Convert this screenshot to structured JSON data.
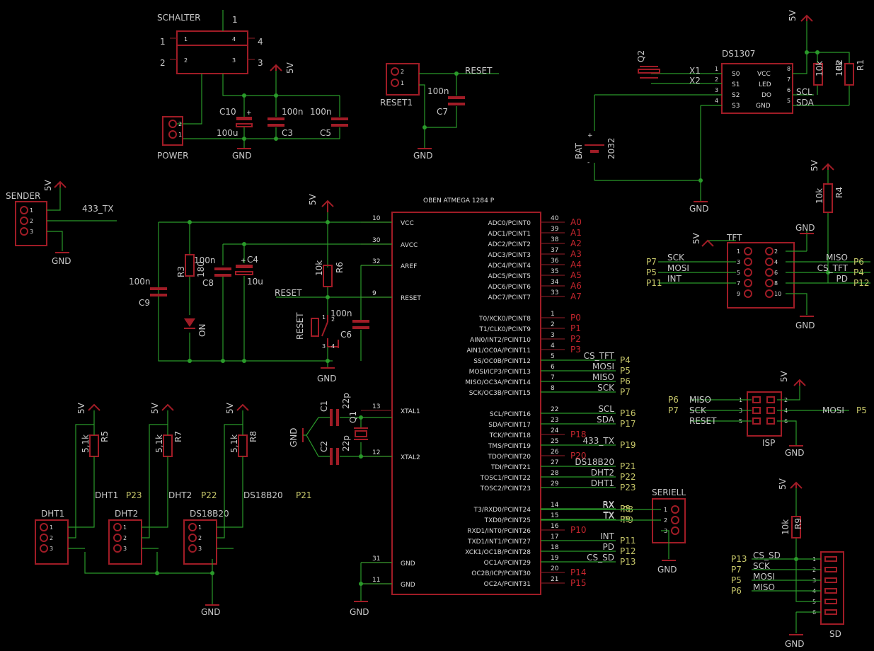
{
  "colors": {
    "background": "#000000",
    "wire": "#2a9a2a",
    "part": "#a01c26",
    "text": "#c8c8c8",
    "port_red": "#c6262e",
    "port_yellow": "#c8c86a"
  },
  "switch": {
    "name": "SCHALTER",
    "p1": "1",
    "p2": "2",
    "p3": "3",
    "p4": "4"
  },
  "power": {
    "name": "POWER",
    "p1": "1",
    "p2": "2"
  },
  "supply": {
    "v5": "5V",
    "gnd": "GND",
    "c10": "C10",
    "c10_val": "100u",
    "c3": "C3",
    "c3_val": "100n",
    "c5": "C5",
    "c5_val": "100n",
    "plus": "+"
  },
  "reset_block": {
    "name": "RESET1",
    "net": "RESET",
    "c7": "C7",
    "c7_val": "100n",
    "p1": "1",
    "p2": "2",
    "gnd": "GND"
  },
  "rtc": {
    "name": "DS1307",
    "q2": "Q2",
    "x1": "X1",
    "x2": "X2",
    "pins_left": [
      "S0",
      "S1",
      "S2",
      "S3"
    ],
    "pins_right": [
      "VCC",
      "LED",
      "DO",
      "GND"
    ],
    "num_left": [
      "1",
      "2",
      "3",
      "4"
    ],
    "num_right": [
      "8",
      "7",
      "6",
      "5"
    ],
    "scl": "SCL",
    "sda": "SDA",
    "r1": "R1",
    "r2": "R2",
    "r_val": "10k",
    "v5": "5V",
    "bat": "BAT",
    "bat_val": "2032",
    "gnd": "GND",
    "plus": "+",
    "minus": "-"
  },
  "sender": {
    "name": "SENDER",
    "v5": "5V",
    "net": "433_TX",
    "gnd": "GND",
    "p1": "1",
    "p2": "2",
    "p3": "3"
  },
  "mcu": {
    "title": "OBEN ATMEGA 1284 P",
    "left": [
      {
        "num": "10",
        "label": "VCC"
      },
      {
        "num": "30",
        "label": "AVCC"
      },
      {
        "num": "32",
        "label": "AREF"
      },
      {
        "num": "9",
        "label": "RESET"
      },
      {
        "num": "13",
        "label": "XTAL1"
      },
      {
        "num": "12",
        "label": "XTAL2"
      },
      {
        "num": "31",
        "label": "GND"
      },
      {
        "num": "11",
        "label": "GND"
      }
    ],
    "right": [
      {
        "num": "40",
        "label": "ADC0/PCINT0",
        "net": "",
        "port": "A0"
      },
      {
        "num": "39",
        "label": "ADC1/PCINT1",
        "net": "",
        "port": "A1"
      },
      {
        "num": "38",
        "label": "ADC2/PCINT2",
        "net": "",
        "port": "A2"
      },
      {
        "num": "37",
        "label": "ADC3/PCINT3",
        "net": "",
        "port": "A3"
      },
      {
        "num": "36",
        "label": "ADC4/PCINT4",
        "net": "",
        "port": "A4"
      },
      {
        "num": "35",
        "label": "ADC5/PCINT5",
        "net": "",
        "port": "A5"
      },
      {
        "num": "34",
        "label": "ADC6/PCINT6",
        "net": "",
        "port": "A6"
      },
      {
        "num": "33",
        "label": "ADC7/PCINT7",
        "net": "",
        "port": "A7"
      },
      {
        "num": "1",
        "label": "T0/XCK0/PCINT8",
        "net": "",
        "port": "P0"
      },
      {
        "num": "2",
        "label": "T1/CLK0/PCINT9",
        "net": "",
        "port": "P1"
      },
      {
        "num": "3",
        "label": "AIN0/INT2/PCINT10",
        "net": "",
        "port": "P2"
      },
      {
        "num": "4",
        "label": "AIN1/OC0A/PCINT11",
        "net": "",
        "port": "P3"
      },
      {
        "num": "5",
        "label": "SS/OC0B/PCINT12",
        "net": "CS_TFT",
        "port": "P4"
      },
      {
        "num": "6",
        "label": "MOSI/ICP3/PCINT13",
        "net": "MOSI",
        "port": "P5"
      },
      {
        "num": "7",
        "label": "MISO/OC3A/PCINT14",
        "net": "MISO",
        "port": "P6"
      },
      {
        "num": "8",
        "label": "SCK/OC3B/PCINT15",
        "net": "SCK",
        "port": "P7"
      },
      {
        "num": "22",
        "label": "SCL/PCINT16",
        "net": "SCL",
        "port": "P16"
      },
      {
        "num": "23",
        "label": "SDA/PCINT17",
        "net": "SDA",
        "port": "P17"
      },
      {
        "num": "24",
        "label": "TCK/PCINT18",
        "net": "",
        "port": "P18"
      },
      {
        "num": "25",
        "label": "TMS/PCINT19",
        "net": "433_TX",
        "port": "P19"
      },
      {
        "num": "26",
        "label": "TDO/PCINT20",
        "net": "",
        "port": "P20"
      },
      {
        "num": "27",
        "label": "TDI/PCINT21",
        "net": "DS18B20",
        "port": "P21"
      },
      {
        "num": "28",
        "label": "TOSC1/PCINT22",
        "net": "DHT2",
        "port": "P22"
      },
      {
        "num": "29",
        "label": "TOSC2/PCINT23",
        "net": "DHT1",
        "port": "P23"
      },
      {
        "num": "14",
        "label": "T3/RXD0/PCINT24",
        "net": "RX",
        "port": "P8"
      },
      {
        "num": "15",
        "label": "TXD0/PCINT25",
        "net": "TX",
        "port": "P9"
      },
      {
        "num": "16",
        "label": "RXD1/INT0/PCINT26",
        "net": "",
        "port": "P10"
      },
      {
        "num": "17",
        "label": "TXD1/INT1/PCINT27",
        "net": "INT",
        "port": "P11"
      },
      {
        "num": "18",
        "label": "XCK1/OC1B/PCINT28",
        "net": "PD",
        "port": "P12"
      },
      {
        "num": "19",
        "label": "OC1A/PCINT29",
        "net": "CS_SD",
        "port": "P13"
      },
      {
        "num": "20",
        "label": "OC2B/ICP/PCINT30",
        "net": "",
        "port": "P14"
      },
      {
        "num": "21",
        "label": "OC2A/PCINT31",
        "net": "",
        "port": "P15"
      }
    ]
  },
  "mcu_support": {
    "v5": "5V",
    "gnd": "GND",
    "c9": "C9",
    "c9_val": "100n",
    "r3": "R3",
    "r3_val": "180",
    "led": "ON",
    "c8": "C8",
    "c8_val": "100n",
    "c4": "C4",
    "c4_val": "10u",
    "r6": "R6",
    "r6_val": "10k",
    "reset_net": "RESET",
    "reset_sw": "RESET",
    "c6": "C6",
    "c6_val": "100n",
    "sw_p1": "1",
    "sw_p2": "2",
    "sw_p3": "3",
    "sw_p4": "4",
    "gnd2": "GND",
    "c1": "C1",
    "c2": "C2",
    "c_xtal_val": "22p",
    "q1": "Q1",
    "gnd3": "GND",
    "plus": "+"
  },
  "sensors": {
    "items": [
      {
        "name": "DHT1",
        "r": "R5",
        "r_val": "5,1k",
        "net": "DHT1",
        "port": "P23",
        "v5": "5V"
      },
      {
        "name": "DHT2",
        "r": "R7",
        "r_val": "5,1k",
        "net": "DHT2",
        "port": "P22",
        "v5": "5V"
      },
      {
        "name": "DS18B20",
        "r": "R8",
        "r_val": "5,1k",
        "net": "DS18B20",
        "port": "P21",
        "v5": "5V"
      }
    ],
    "p1": "1",
    "p2": "2",
    "p3": "3",
    "gnd": "GND"
  },
  "tft": {
    "name": "TFT",
    "r4": "R4",
    "r4_val": "10k",
    "v5a": "5V",
    "v5b": "5V",
    "gnd_top": "GND",
    "gnd_bot": "GND",
    "left_ports": [
      "P7",
      "P5",
      "P11"
    ],
    "left_nets": [
      "SCK",
      "MOSI",
      "INT"
    ],
    "right_nets": [
      "MISO",
      "CS_TFT",
      "PD"
    ],
    "right_ports": [
      "P6",
      "P4",
      "P12"
    ],
    "pins_left": [
      "1",
      "3",
      "5",
      "7",
      "9"
    ],
    "pins_right": [
      "2",
      "4",
      "6",
      "8",
      "10"
    ]
  },
  "isp": {
    "name": "ISP",
    "v5": "5V",
    "gnd": "GND",
    "left_ports": [
      "P6",
      "P7"
    ],
    "left_nets": [
      "MISO",
      "SCK",
      "RESET"
    ],
    "right_net": "MOSI",
    "right_port": "P5",
    "pins_left": [
      "1",
      "3",
      "5"
    ],
    "pins_right": [
      "2",
      "4",
      "6"
    ]
  },
  "seriell": {
    "name": "SERIELL",
    "gnd": "GND",
    "nets": [
      "RX",
      "TX"
    ],
    "ports": [
      "P8",
      "P9"
    ],
    "pins": [
      "1",
      "2",
      "3"
    ]
  },
  "sd": {
    "name": "SD",
    "v5": "5V",
    "gnd": "GND",
    "r9": "R9",
    "r9_val": "10k",
    "ports": [
      "P13",
      "P7",
      "P5",
      "P6"
    ],
    "nets": [
      "CS_SD",
      "SCK",
      "MOSI",
      "MISO"
    ],
    "pins": [
      "1",
      "2",
      "3",
      "4",
      "5",
      "6"
    ]
  }
}
